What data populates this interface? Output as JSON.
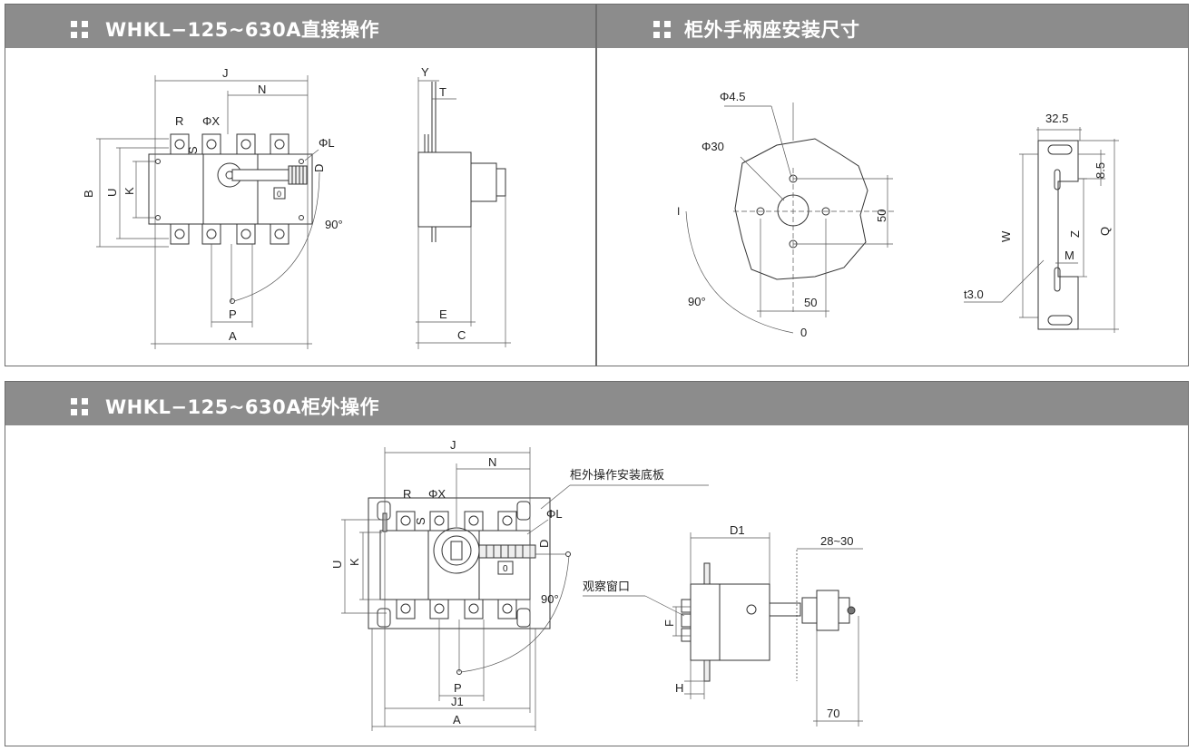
{
  "panels": {
    "direct": {
      "title": "WHKL−125~630A直接操作"
    },
    "handle": {
      "title": "柜外手柄座安装尺寸"
    },
    "external": {
      "title": "WHKL−125~630A柜外操作"
    }
  },
  "labels": {
    "J": "J",
    "N": "N",
    "R": "R",
    "PhiX": "ΦX",
    "PhiL": "ΦL",
    "S": "S",
    "D": "D",
    "B": "B",
    "U": "U",
    "K": "K",
    "P": "P",
    "A": "A",
    "deg90": "90°",
    "Y": "Y",
    "T": "T",
    "E": "E",
    "C": "C",
    "J1": "J1",
    "D1": "D1",
    "F": "F",
    "H": "H",
    "phi45": "Φ4.5",
    "phi30": "Φ30",
    "fifty_v": "50",
    "fifty_h": "50",
    "zero": "0",
    "d325": "32.5",
    "d85": "8.5",
    "W": "W",
    "Z": "Z",
    "Q": "Q",
    "M": "M",
    "t30": "t3.0",
    "range2830": "28~30",
    "seventy": "70",
    "mount_plate": "柜外操作安装底板",
    "view_window": "观察窗口",
    "zero_mark": "0"
  }
}
